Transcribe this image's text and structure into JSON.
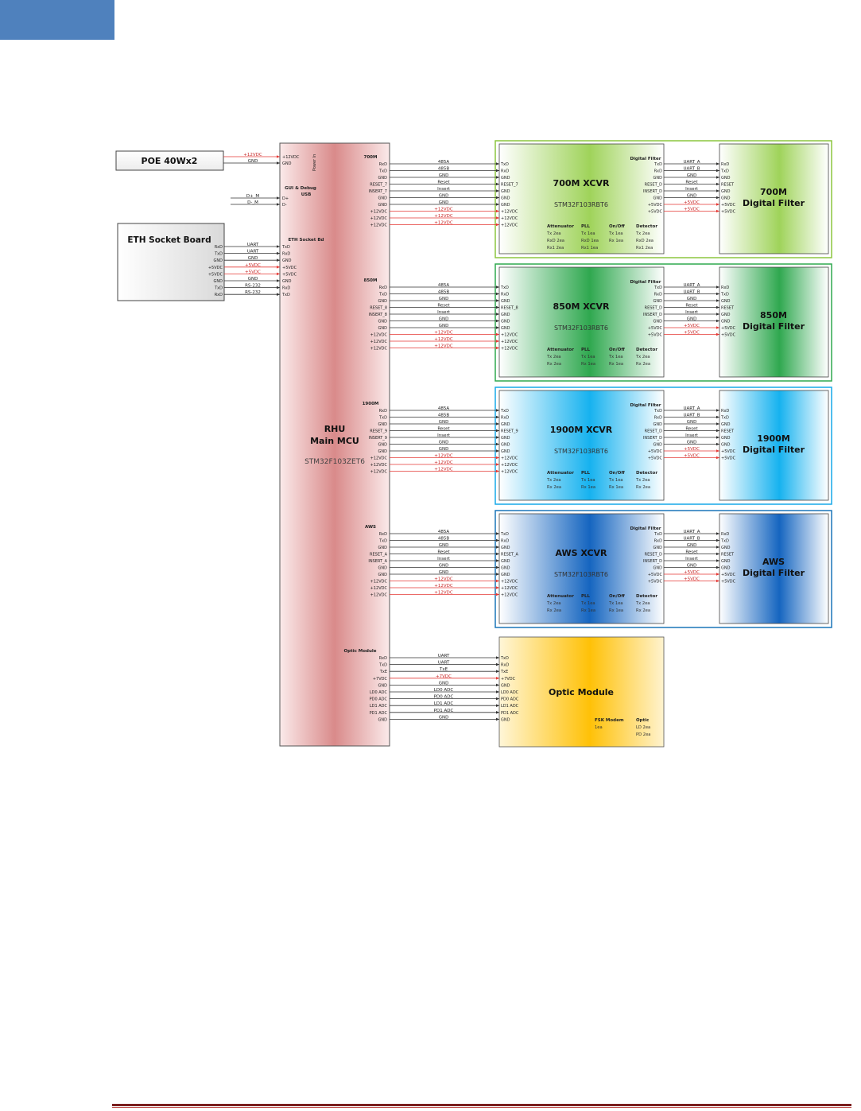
{
  "poe": {
    "label": "POE 40Wx2",
    "pins": [
      "+12VDC",
      "GND"
    ]
  },
  "usb": {
    "wires": [
      "D+_M",
      "D-_M"
    ]
  },
  "eth": {
    "label": "ETH Socket Board",
    "rows": [
      {
        "left": "RxD",
        "wire": "UART",
        "right": "TxD",
        "power": false
      },
      {
        "left": "TxD",
        "wire": "UART",
        "right": "RxD",
        "power": false
      },
      {
        "left": "GND",
        "wire": "GND",
        "right": "GND",
        "power": false
      },
      {
        "left": "+5VDC",
        "wire": "+5VDC",
        "right": "+5VDC",
        "power": true
      },
      {
        "left": "+5VDC",
        "wire": "+5VDC",
        "right": "+5VDC",
        "power": true
      },
      {
        "left": "GND",
        "wire": "GND",
        "right": "GND",
        "power": false
      },
      {
        "left": "TxD",
        "wire": "RS-232",
        "right": "RxD",
        "power": false
      },
      {
        "left": "RxD",
        "wire": "RS-232",
        "right": "TxD",
        "power": false
      }
    ]
  },
  "mcu": {
    "title": "RHU",
    "subtitle": "Main MCU",
    "part": "STM32F103ZET6",
    "power_in": "Power In",
    "gui_title": "GUI & Debug",
    "gui_sub": "USB",
    "usb_pins": [
      "D+",
      "D-"
    ],
    "poe_pins": [
      "+12VDC",
      "GND"
    ],
    "eth_title": "ETH Socket Bd",
    "eth_pins": [
      "TxD",
      "RxD",
      "GND",
      "+5VDC",
      "+5VDC",
      "GND",
      "RxD",
      "TxD"
    ]
  },
  "bands": [
    {
      "name": "700M",
      "xcvr_title": "700M XCVR",
      "xcvr_part": "STM32F103RBT6",
      "filter_title": [
        "700M",
        "Digital Filter"
      ],
      "rows": [
        {
          "mcu": "RxD",
          "wire": "485A",
          "xcvr": "TxD",
          "power": false
        },
        {
          "mcu": "TxD",
          "wire": "485B",
          "xcvr": "RxD",
          "power": false
        },
        {
          "mcu": "GND",
          "wire": "GND",
          "xcvr": "GND",
          "power": false
        },
        {
          "mcu": "RESET_7",
          "wire": "Reset",
          "xcvr": "RESET_7",
          "power": false
        },
        {
          "mcu": "INSERT_7",
          "wire": "Insert",
          "xcvr": "GND",
          "power": false
        },
        {
          "mcu": "GND",
          "wire": "GND",
          "xcvr": "GND",
          "power": false
        },
        {
          "mcu": "GND",
          "wire": "GND",
          "xcvr": "GND",
          "power": false
        },
        {
          "mcu": "+12VDC",
          "wire": "+12VDC",
          "xcvr": "+12VDC",
          "power": true
        },
        {
          "mcu": "+12VDC",
          "wire": "+12VDC",
          "xcvr": "+12VDC",
          "power": true
        },
        {
          "mcu": "+12VDC",
          "wire": "+12VDC",
          "xcvr": "+12VDC",
          "power": true
        }
      ],
      "filter_rows": [
        {
          "xcvr": "TxD",
          "wire": "UART_A",
          "filter": "RxD",
          "power": false
        },
        {
          "xcvr": "RxD",
          "wire": "UART_B",
          "filter": "TxD",
          "power": false
        },
        {
          "xcvr": "GND",
          "wire": "GND",
          "filter": "GND",
          "power": false
        },
        {
          "xcvr": "RESET_D",
          "wire": "Reset",
          "filter": "RESET",
          "power": false
        },
        {
          "xcvr": "INSERT_D",
          "wire": "Insert",
          "filter": "GND",
          "power": false
        },
        {
          "xcvr": "GND",
          "wire": "GND",
          "filter": "GND",
          "power": false
        },
        {
          "xcvr": "+5VDC",
          "wire": "+5VDC",
          "filter": "+5VDC",
          "power": true
        },
        {
          "xcvr": "+5VDC",
          "wire": "+5VDC",
          "filter": "+5VDC",
          "power": true
        }
      ],
      "specs": [
        {
          "title": "Attenuator",
          "lines": [
            "Tx 2ea",
            "RxD 2ea",
            "Rx1 2ea"
          ]
        },
        {
          "title": "PLL",
          "lines": [
            "Tx 1ea",
            "RxD 1ea",
            "Rx1 1ea"
          ]
        },
        {
          "title": "On/Off",
          "lines": [
            "Tx 1ea",
            "Rx 1ea"
          ]
        },
        {
          "title": "Detector",
          "lines": [
            "Tx 2ea",
            "RxD 2ea",
            "Rx1 2ea"
          ]
        }
      ]
    },
    {
      "name": "850M",
      "xcvr_title": "850M XCVR",
      "xcvr_part": "STM32F103RBT6",
      "filter_title": [
        "850M",
        "Digital Filter"
      ],
      "rows": [
        {
          "mcu": "RxD",
          "wire": "485A",
          "xcvr": "TxD",
          "power": false
        },
        {
          "mcu": "TxD",
          "wire": "485B",
          "xcvr": "RxD",
          "power": false
        },
        {
          "mcu": "GND",
          "wire": "GND",
          "xcvr": "GND",
          "power": false
        },
        {
          "mcu": "RESET_8",
          "wire": "Reset",
          "xcvr": "RESET_8",
          "power": false
        },
        {
          "mcu": "INSERT_8",
          "wire": "Insert",
          "xcvr": "GND",
          "power": false
        },
        {
          "mcu": "GND",
          "wire": "GND",
          "xcvr": "GND",
          "power": false
        },
        {
          "mcu": "GND",
          "wire": "GND",
          "xcvr": "GND",
          "power": false
        },
        {
          "mcu": "+12VDC",
          "wire": "+12VDC",
          "xcvr": "+12VDC",
          "power": true
        },
        {
          "mcu": "+12VDC",
          "wire": "+12VDC",
          "xcvr": "+12VDC",
          "power": true
        },
        {
          "mcu": "+12VDC",
          "wire": "+12VDC",
          "xcvr": "+12VDC",
          "power": true
        }
      ],
      "filter_rows": [
        {
          "xcvr": "TxD",
          "wire": "UART_A",
          "filter": "RxD",
          "power": false
        },
        {
          "xcvr": "RxD",
          "wire": "UART_B",
          "filter": "TxD",
          "power": false
        },
        {
          "xcvr": "GND",
          "wire": "GND",
          "filter": "GND",
          "power": false
        },
        {
          "xcvr": "RESET_D",
          "wire": "Reset",
          "filter": "RESET",
          "power": false
        },
        {
          "xcvr": "INSERT_D",
          "wire": "Insert",
          "filter": "GND",
          "power": false
        },
        {
          "xcvr": "GND",
          "wire": "GND",
          "filter": "GND",
          "power": false
        },
        {
          "xcvr": "+5VDC",
          "wire": "+5VDC",
          "filter": "+5VDC",
          "power": true
        },
        {
          "xcvr": "+5VDC",
          "wire": "+5VDC",
          "filter": "+5VDC",
          "power": true
        }
      ],
      "specs": [
        {
          "title": "Attenuator",
          "lines": [
            "Tx 2ea",
            "Rx 2ea"
          ]
        },
        {
          "title": "PLL",
          "lines": [
            "Tx 1ea",
            "Rx 1ea"
          ]
        },
        {
          "title": "On/Off",
          "lines": [
            "Tx 1ea",
            "Rx 1ea"
          ]
        },
        {
          "title": "Detector",
          "lines": [
            "Tx 2ea",
            "Rx 2ea"
          ]
        }
      ]
    },
    {
      "name": "1900M",
      "xcvr_title": "1900M XCVR",
      "xcvr_part": "STM32F103RBT6",
      "filter_title": [
        "1900M",
        "Digital Filter"
      ],
      "rows": [
        {
          "mcu": "RxD",
          "wire": "485A",
          "xcvr": "TxD",
          "power": false
        },
        {
          "mcu": "TxD",
          "wire": "485B",
          "xcvr": "RxD",
          "power": false
        },
        {
          "mcu": "GND",
          "wire": "GND",
          "xcvr": "GND",
          "power": false
        },
        {
          "mcu": "RESET_9",
          "wire": "Reset",
          "xcvr": "RESET_9",
          "power": false
        },
        {
          "mcu": "INSERT_9",
          "wire": "Insert",
          "xcvr": "GND",
          "power": false
        },
        {
          "mcu": "GND",
          "wire": "GND",
          "xcvr": "GND",
          "power": false
        },
        {
          "mcu": "GND",
          "wire": "GND",
          "xcvr": "GND",
          "power": false
        },
        {
          "mcu": "+12VDC",
          "wire": "+12VDC",
          "xcvr": "+12VDC",
          "power": true
        },
        {
          "mcu": "+12VDC",
          "wire": "+12VDC",
          "xcvr": "+12VDC",
          "power": true
        },
        {
          "mcu": "+12VDC",
          "wire": "+12VDC",
          "xcvr": "+12VDC",
          "power": true
        }
      ],
      "filter_rows": [
        {
          "xcvr": "TxD",
          "wire": "UART_A",
          "filter": "RxD",
          "power": false
        },
        {
          "xcvr": "RxD",
          "wire": "UART_B",
          "filter": "TxD",
          "power": false
        },
        {
          "xcvr": "GND",
          "wire": "GND",
          "filter": "GND",
          "power": false
        },
        {
          "xcvr": "RESET_D",
          "wire": "Reset",
          "filter": "RESET",
          "power": false
        },
        {
          "xcvr": "INSERT_D",
          "wire": "Insert",
          "filter": "GND",
          "power": false
        },
        {
          "xcvr": "GND",
          "wire": "GND",
          "filter": "GND",
          "power": false
        },
        {
          "xcvr": "+5VDC",
          "wire": "+5VDC",
          "filter": "+5VDC",
          "power": true
        },
        {
          "xcvr": "+5VDC",
          "wire": "+5VDC",
          "filter": "+5VDC",
          "power": true
        }
      ],
      "specs": [
        {
          "title": "Attenuator",
          "lines": [
            "Tx 2ea",
            "Rx 2ea"
          ]
        },
        {
          "title": "PLL",
          "lines": [
            "Tx 1ea",
            "Rx 1ea"
          ]
        },
        {
          "title": "On/Off",
          "lines": [
            "Tx 1ea",
            "Rx 1ea"
          ]
        },
        {
          "title": "Detector",
          "lines": [
            "Tx 2ea",
            "Rx 2ea"
          ]
        }
      ]
    },
    {
      "name": "AWS",
      "xcvr_title": "AWS XCVR",
      "xcvr_part": "STM32F103RBT6",
      "filter_title": [
        "AWS",
        "Digital Filter"
      ],
      "rows": [
        {
          "mcu": "RxD",
          "wire": "485A",
          "xcvr": "TxD",
          "power": false
        },
        {
          "mcu": "TxD",
          "wire": "485B",
          "xcvr": "RxD",
          "power": false
        },
        {
          "mcu": "GND",
          "wire": "GND",
          "xcvr": "GND",
          "power": false
        },
        {
          "mcu": "RESET_A",
          "wire": "Reset",
          "xcvr": "RESET_A",
          "power": false
        },
        {
          "mcu": "INSERT_A",
          "wire": "Insert",
          "xcvr": "GND",
          "power": false
        },
        {
          "mcu": "GND",
          "wire": "GND",
          "xcvr": "GND",
          "power": false
        },
        {
          "mcu": "GND",
          "wire": "GND",
          "xcvr": "GND",
          "power": false
        },
        {
          "mcu": "+12VDC",
          "wire": "+12VDC",
          "xcvr": "+12VDC",
          "power": true
        },
        {
          "mcu": "+12VDC",
          "wire": "+12VDC",
          "xcvr": "+12VDC",
          "power": true
        },
        {
          "mcu": "+12VDC",
          "wire": "+12VDC",
          "xcvr": "+12VDC",
          "power": true
        }
      ],
      "filter_rows": [
        {
          "xcvr": "TxD",
          "wire": "UART_A",
          "filter": "RxD",
          "power": false
        },
        {
          "xcvr": "RxD",
          "wire": "UART_B",
          "filter": "TxD",
          "power": false
        },
        {
          "xcvr": "GND",
          "wire": "GND",
          "filter": "GND",
          "power": false
        },
        {
          "xcvr": "RESET_D",
          "wire": "Reset",
          "filter": "RESET",
          "power": false
        },
        {
          "xcvr": "INSERT_D",
          "wire": "Insert",
          "filter": "GND",
          "power": false
        },
        {
          "xcvr": "GND",
          "wire": "GND",
          "filter": "GND",
          "power": false
        },
        {
          "xcvr": "+5VDC",
          "wire": "+5VDC",
          "filter": "+5VDC",
          "power": true
        },
        {
          "xcvr": "+5VDC",
          "wire": "+5VDC",
          "filter": "+5VDC",
          "power": true
        }
      ],
      "specs": [
        {
          "title": "Attenuator",
          "lines": [
            "Tx 2ea",
            "Rx 2ea"
          ]
        },
        {
          "title": "PLL",
          "lines": [
            "Tx 1ea",
            "Rx 1ea"
          ]
        },
        {
          "title": "On/Off",
          "lines": [
            "Tx 1ea",
            "Rx 1ea"
          ]
        },
        {
          "title": "Detector",
          "lines": [
            "Tx 2ea",
            "Rx 2ea"
          ]
        }
      ]
    }
  ],
  "filter_label": "Digital Filter",
  "optic": {
    "name": "Optic Module",
    "title": "Optic Module",
    "rows": [
      {
        "mcu": "RxD",
        "wire": "UART",
        "mod": "TxD",
        "power": false
      },
      {
        "mcu": "TxD",
        "wire": "UART",
        "mod": "RxD",
        "power": false
      },
      {
        "mcu": "TxE",
        "wire": "TxE",
        "mod": "TxE",
        "power": false
      },
      {
        "mcu": "+7VDC",
        "wire": "+7VDC",
        "mod": "+7VDC",
        "power": true
      },
      {
        "mcu": "GND",
        "wire": "GND",
        "mod": "GND",
        "power": false
      },
      {
        "mcu": "LD0 ADC",
        "wire": "LD0 ADC",
        "mod": "LD0 ADC",
        "power": false
      },
      {
        "mcu": "PD0 ADC",
        "wire": "PD0 ADC",
        "mod": "PD0 ADC",
        "power": false
      },
      {
        "mcu": "LD1 ADC",
        "wire": "LD1 ADC",
        "mod": "LD1 ADC",
        "power": false
      },
      {
        "mcu": "PD1 ADC",
        "wire": "PD1 ADC",
        "mod": "PD1 ADC",
        "power": false
      },
      {
        "mcu": "GND",
        "wire": "GND",
        "mod": "GND",
        "power": false
      }
    ],
    "specs": [
      {
        "title": "FSK Modem",
        "lines": [
          "1ea"
        ]
      },
      {
        "title": "Optic",
        "lines": [
          "LD 2ea",
          "PD 2ea"
        ]
      }
    ]
  },
  "colors": {
    "corner_tab": "#4f81bd",
    "wire": "#333333",
    "power_wire": "#e53935",
    "mcu_fill": "#d98a8a",
    "band_700": "#8cc63f",
    "band_850": "#2fa84f",
    "band_1900": "#16a9e8",
    "band_aws": "#1565c0",
    "optic": "#ffc107",
    "footer": "#7a1f1f"
  }
}
